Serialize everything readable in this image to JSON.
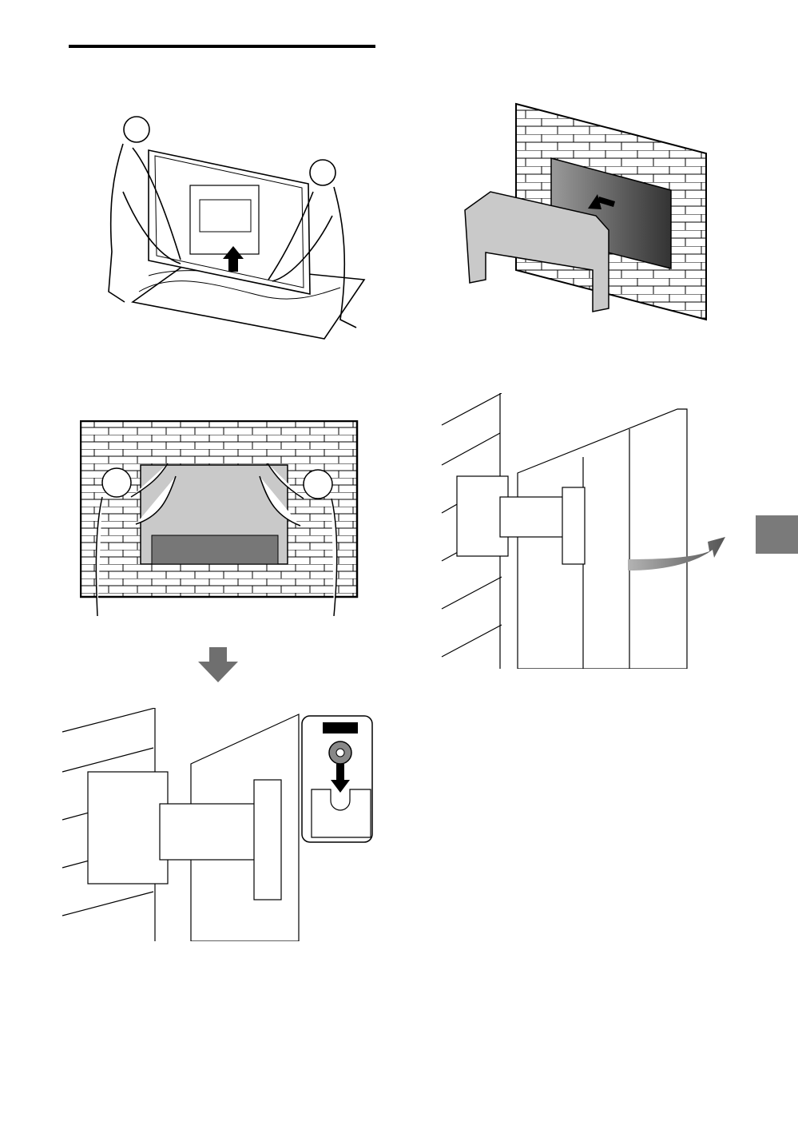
{
  "page": {
    "background": "#ffffff",
    "ink": "#000000",
    "side_tab_color": "#7a7a7a",
    "arrow_color": "#6f6f6f",
    "protective_cover_color": "#c9c9c9"
  },
  "figures": [
    {
      "id": "remove-tv-from-carton",
      "icons": [
        "person",
        "tv-panel",
        "carton",
        "up-arrow-icon"
      ]
    },
    {
      "id": "remove-protective-cover",
      "icons": [
        "brick-wall",
        "tv-panel",
        "protective-cover",
        "arrow-icon"
      ]
    },
    {
      "id": "lift-tv-onto-wall",
      "icons": [
        "brick-wall",
        "person",
        "tv-panel"
      ]
    },
    {
      "id": "swing-bracket-arm",
      "icons": [
        "brick-wall",
        "bracket",
        "tv-panel",
        "curved-arrow-icon"
      ]
    },
    {
      "id": "step-down-arrow",
      "icons": [
        "down-arrow-icon"
      ]
    },
    {
      "id": "hook-screw-into-slot",
      "icons": [
        "brick-wall",
        "bracket",
        "tv-panel",
        "screw",
        "slot",
        "down-arrow-icon"
      ]
    }
  ]
}
